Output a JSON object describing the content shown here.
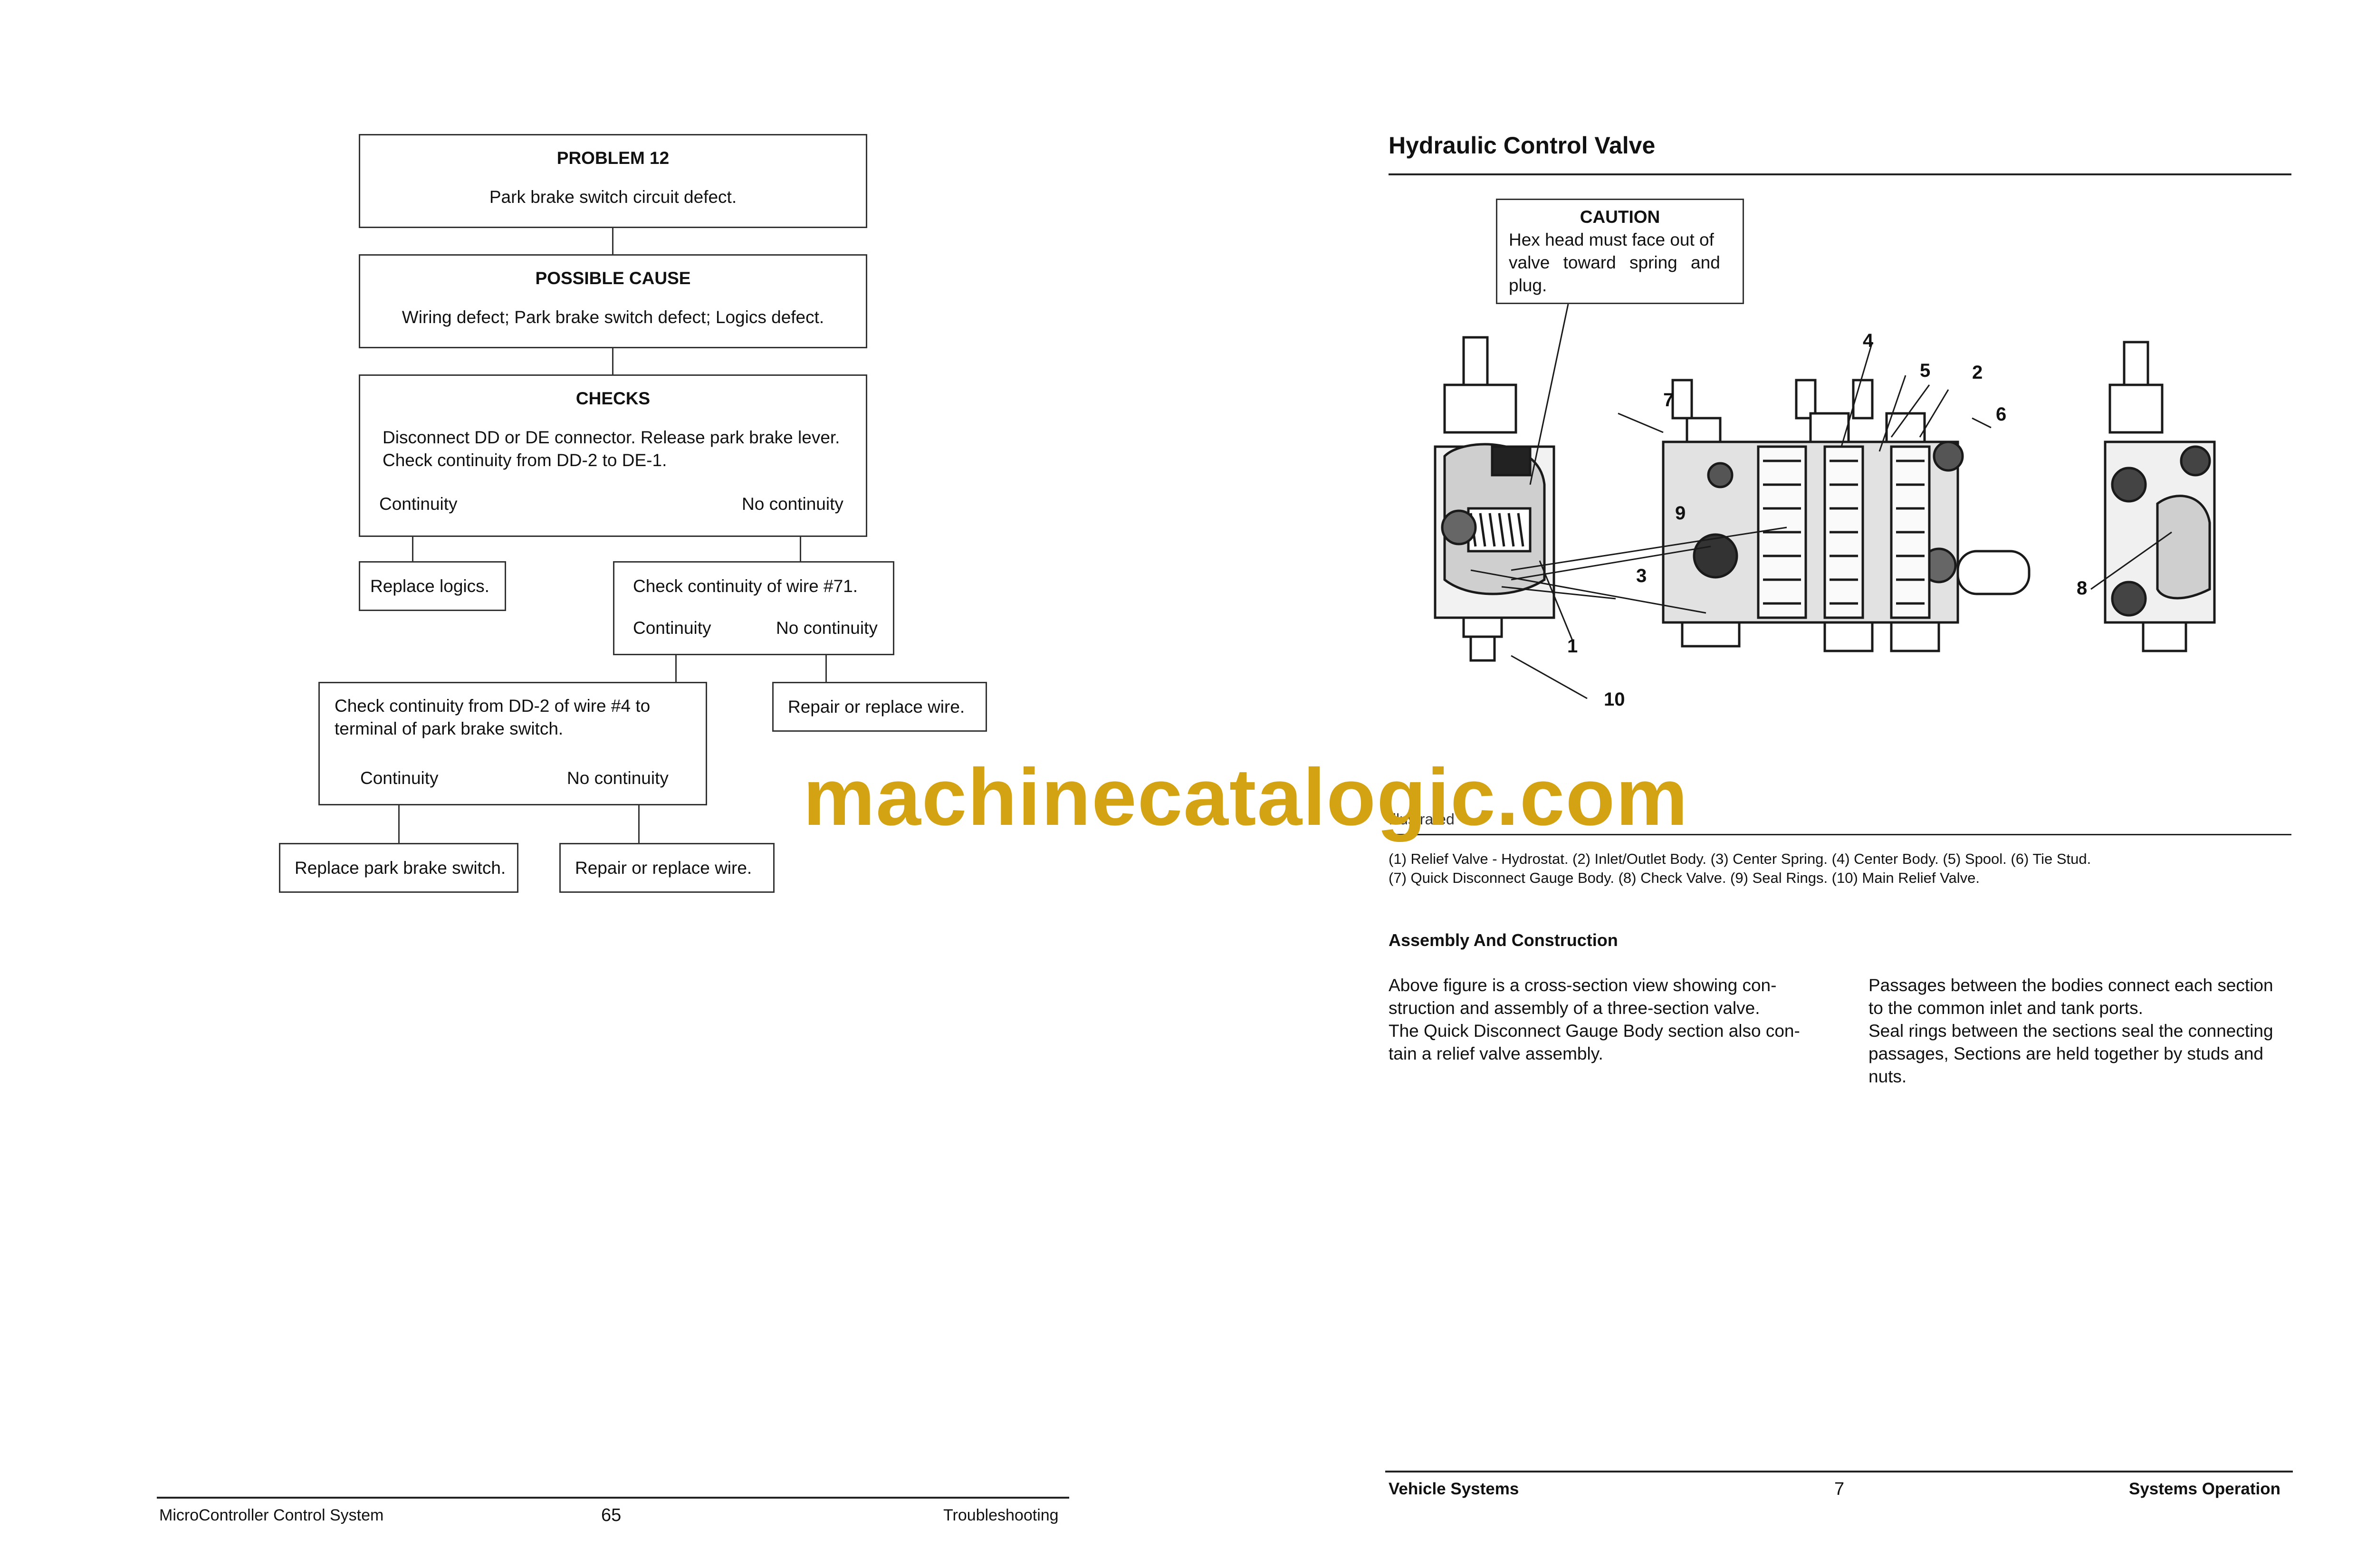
{
  "left_page": {
    "problem": {
      "heading": "PROBLEM 12",
      "text": "Park brake switch circuit defect."
    },
    "possible_cause": {
      "heading": "POSSIBLE CAUSE",
      "text": "Wiring defect; Park brake switch defect; Logics defect."
    },
    "checks": {
      "heading": "CHECKS",
      "line1": "Disconnect DD or DE connector. Release park brake lever.",
      "line2": "Check continuity from DD-2 to DE-1.",
      "left": "Continuity",
      "right": "No continuity"
    },
    "replace_logics": "Replace logics.",
    "wire71": {
      "text": "Check continuity of wire #71.",
      "left": "Continuity",
      "right": "No continuity"
    },
    "dd2wire4": {
      "line1": "Check continuity from DD-2 of wire #4 to",
      "line2": "terminal of park brake switch.",
      "left": "Continuity",
      "right": "No continuity"
    },
    "repair_wire_1": "Repair or replace wire.",
    "replace_switch": "Replace park brake switch.",
    "repair_wire_2": "Repair or replace wire.",
    "footer": {
      "left": "MicroController Control System",
      "page": "65",
      "right": "Troubleshooting"
    }
  },
  "right_page": {
    "title": "Hydraulic Control Valve",
    "caution": {
      "heading": "CAUTION",
      "line1": "Hex head must face out of",
      "line2": "valve toward spring and",
      "line3": "plug."
    },
    "callouts": [
      "1",
      "2",
      "3",
      "4",
      "5",
      "6",
      "7",
      "8",
      "9",
      "10"
    ],
    "caption_fragment": "Illustrated",
    "legend_line1": "(1) Relief Valve - Hydrostat.  (2) Inlet/Outlet Body.  (3) Center Spring.  (4) Center Body.  (5) Spool.  (6) Tie Stud.",
    "legend_line2": "(7) Quick Disconnect Gauge Body.  (8) Check Valve.  (9) Seal Rings.  (10) Main Relief Valve.",
    "section_heading": "Assembly And Construction",
    "col1": [
      "Above figure is a cross-section view showing con-",
      "struction and assembly of a three-section valve.",
      "The Quick Disconnect Gauge Body section also con-",
      "tain a relief valve assembly."
    ],
    "col2": [
      "Passages between the bodies connect each section",
      "to the common inlet and tank ports.",
      "Seal rings between the sections seal the connecting",
      "passages, Sections are held together by studs and",
      "nuts."
    ],
    "footer": {
      "left": "Vehicle Systems",
      "page": "7",
      "right": "Systems Operation"
    }
  },
  "watermark": "machinecatalogic.com",
  "colors": {
    "watermark": "#d4a313",
    "lines": "#333333"
  }
}
